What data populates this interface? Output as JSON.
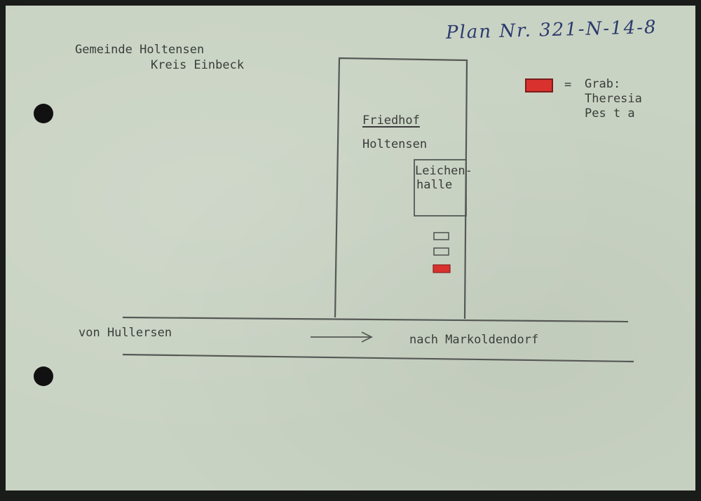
{
  "plan_number": "Plan Nr. 321-N-14-8",
  "header": {
    "line1": "Gemeinde Holtensen",
    "line2": "Kreis Einbeck"
  },
  "legend": {
    "marker": "=",
    "line1": "Grab:",
    "line2": "Theresia",
    "line3": "Pes t a",
    "marker_color": "#d9322e"
  },
  "cemetery": {
    "title": "Friedhof",
    "name": "Holtensen",
    "hall_line1": "Leichen-",
    "hall_line2": "halle"
  },
  "road": {
    "from": "von Hullersen",
    "to": "nach Markoldendorf"
  },
  "colors": {
    "paper": "#c9d3c3",
    "ink": "#3a3d3a",
    "pencil": "#555855",
    "grave_red": "#d9322e",
    "handwriting": "#2b3a6e"
  }
}
